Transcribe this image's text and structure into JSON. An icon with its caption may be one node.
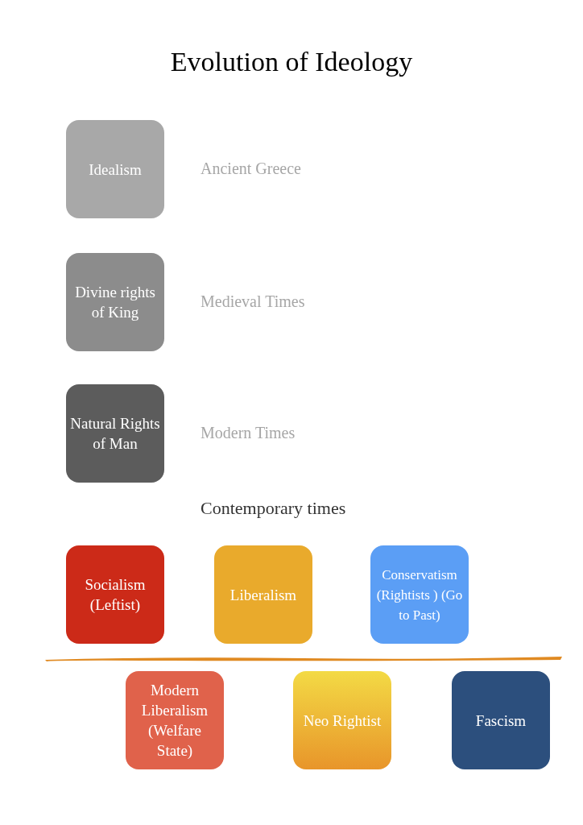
{
  "diagram": {
    "title": "Evolution of Ideology",
    "nodes": [
      {
        "text": [
          "Idealism"
        ],
        "beside": [
          "Ancient Greece"
        ]
      },
      {
        "text": [
          "Divine rights of King"
        ],
        "beside": [
          "Medieval Times"
        ]
      },
      {
        "text": [
          "Natural Rights of Man"
        ],
        "beside": [
          "Modern Times"
        ]
      },
      {
        "text": [
          "Socialism (Leftist)"
        ]
      },
      {
        "text": [
          "Liberalism"
        ]
      },
      {
        "text": [
          "Conservatism (Rightists ) (Go to Past)"
        ]
      },
      {
        "text": [
          "Modern Liberalism (Welfare State)"
        ]
      },
      {
        "text": [
          "Neo Rightist"
        ]
      },
      {
        "text": [
          "Fascism"
        ]
      }
    ],
    "edges": [],
    "labels": [
      "Contemporary times"
    ]
  }
}
